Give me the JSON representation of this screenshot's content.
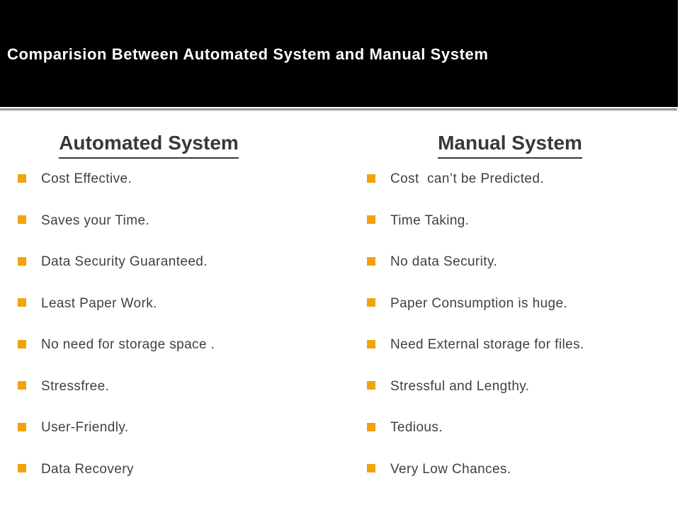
{
  "slide": {
    "title": "Comparision Between Automated System and Manual System",
    "columns": [
      {
        "heading": "Automated System",
        "items": [
          "Cost Effective.",
          "Saves your Time.",
          "Data Security Guaranteed.",
          "Least Paper Work.",
          "No need for storage space .",
          "Stressfree.",
          "User-Friendly.",
          "Data Recovery"
        ]
      },
      {
        "heading": "Manual System",
        "items": [
          "Cost  can’t be Predicted.",
          "Time Taking.",
          "No data Security.",
          "Paper Consumption is huge.",
          "Need External storage for files.",
          "Stressful and Lengthy.",
          "Tedious.",
          "Very Low Chances."
        ]
      }
    ],
    "colors": {
      "header_bg": "#000000",
      "title_text": "#FFFFFF",
      "heading_text": "#37373E",
      "body_text": "#3F3F46",
      "bullet": "#F2A30B",
      "divider": "#9A9A9A"
    },
    "bullet_icon": "square-bullet"
  }
}
